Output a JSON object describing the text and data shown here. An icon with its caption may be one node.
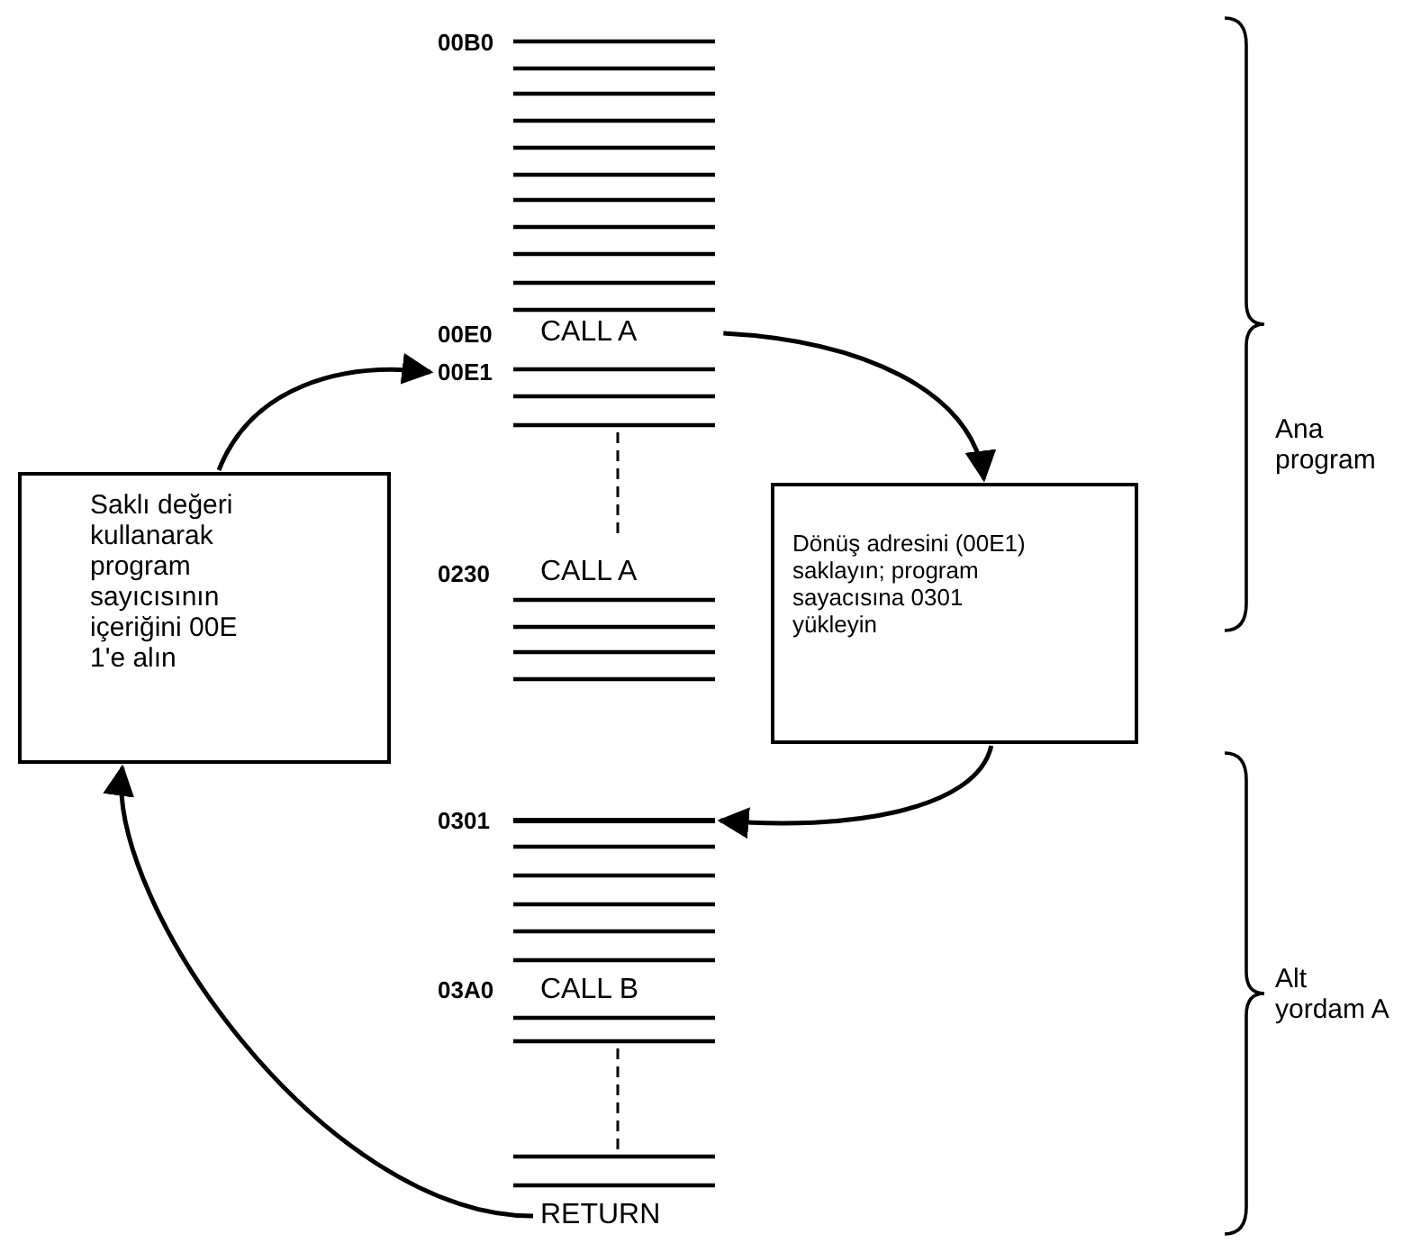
{
  "diagram": {
    "nodes": [
      {
        "text": [
          "CALL A"
        ]
      },
      {
        "text": [
          "Dönüş adresini (00E1) saklayın; program sayacısına 0301 yükleyin"
        ]
      },
      {
        "text": [],
        "shape": "bar"
      },
      {
        "text": [
          "RETURN"
        ]
      },
      {
        "text": [
          "Saklı değeri kullanarak program sayıcısının içeriğini 00E 1'e alın"
        ]
      },
      {
        "text": [
          "00E1"
        ]
      }
    ],
    "edges": [
      {
        "from": 0,
        "to": 1,
        "arrow": "to"
      },
      {
        "from": 1,
        "to": 2,
        "arrow": "to"
      },
      {
        "from": 3,
        "to": 4,
        "arrow": "to"
      },
      {
        "from": 4,
        "to": 5,
        "arrow": "to"
      }
    ],
    "labels": [
      "00B0",
      "00E0",
      "Ana program",
      "0230",
      "CALL A",
      "0301",
      "03A0",
      "CALL B",
      "Alt yordam A"
    ]
  }
}
